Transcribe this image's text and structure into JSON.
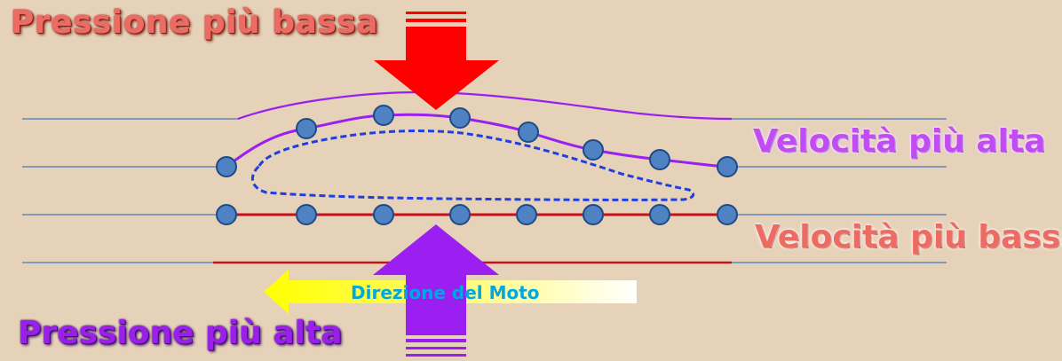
{
  "labels": {
    "pressure_low": "Pressione più bassa",
    "pressure_high": "Pressione più alta",
    "speed_high": "Velocità più alta",
    "speed_low": "Velocità più bassa",
    "motion_direction": "Direzione del Moto"
  },
  "colors": {
    "background": "#e5d2b8",
    "streamline": "#4a78c0",
    "upper_flow": "#9b1ff0",
    "lower_flow": "#c8101a",
    "down_arrow": "#ff0000",
    "up_arrow": "#9b1ff0",
    "particle": "#4f82c2",
    "airfoil_outline": "#1f3fe0",
    "motion_arrow": "#ffff00"
  }
}
